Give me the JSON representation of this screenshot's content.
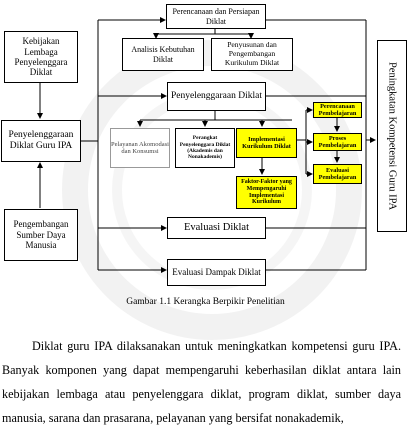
{
  "diagram": {
    "perencanaan_persiapan": "Perencanaan dan Persiapan Diklat",
    "analisis_kebutuhan": "Analisis Kebutuhan Diklat",
    "penyusunan_kurikulum": "Penyusunan dan Pengembangan Kurikulum Diklat",
    "kebijakan_lembaga": "Kebijakan Lembaga Penyelenggara Diklat",
    "penyelenggaraan_diklat_guru": "Penyelenggaraan Diklat Guru IPA",
    "penyelenggaraan_diklat": "Penyelenggaraan Diklat",
    "pelayanan_akomodasi": "Pelayanan Akomodasi dan Konsumsi",
    "perangkat_penyelenggara": "Perangkat Penyelenggara Diklat (Akademis dan Nonakademis)",
    "implementasi_kurikulum": "Implementasi Kurikulum Diklat",
    "faktor_faktor": "Faktor-Faktor yang Mempengaruhi Implementasi Kurikulum",
    "perencanaan_pembelajaran": "Perencanaan Pembelajaran",
    "proses_pembelajaran": "Proses Pembelajaran",
    "evaluasi_pembelajaran": "Evaluasi Pembelajaran",
    "pengembangan_sdm": "Pengembangan Sumber Daya Manusia",
    "evaluasi_diklat": "Evaluasi Diklat",
    "evaluasi_dampak": "Evaluasi Dampak Diklat",
    "peningkatan_kompetensi": "Peningkatan Kompetensi Guru IPA"
  },
  "caption": "Gambar 1.1 Kerangka Berpikir Penelitian",
  "paragraph": "Diklat guru IPA dilaksanakan untuk meningkatkan kompetensi guru IPA. Banyak komponen yang dapat mempengaruhi keberhasilan diklat antara lain kebijakan lembaga atau penyelenggara diklat, program diklat, sumber daya manusia, sarana dan prasarana, pelayanan yang bersifat nonakademik,",
  "colors": {
    "highlight": "#ffff00",
    "line": "#000000"
  }
}
